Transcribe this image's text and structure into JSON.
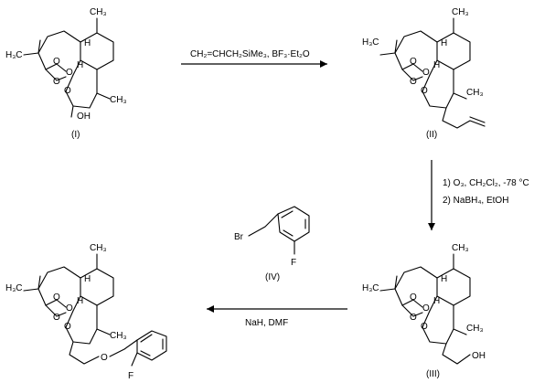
{
  "compounds": {
    "c1": {
      "label": "(I)",
      "atoms": {
        "h3c": "H₃C",
        "hydroxy": "OH",
        "methyl_a": "CH₃",
        "methyl_b": "CH₃",
        "o1": "O",
        "o2": "O",
        "o3": "O",
        "o4": "O",
        "h1": "H",
        "h2": "H"
      }
    },
    "c2": {
      "label": "(II)",
      "atoms": {
        "h3c": "H₃C",
        "methyl_a": "CH₃",
        "methyl_b": "CH₃",
        "o1": "O",
        "o2": "O",
        "o3": "O",
        "o4": "O",
        "h1": "H",
        "h2": "H"
      }
    },
    "c3": {
      "label": "(III)",
      "atoms": {
        "h3c": "H₃C",
        "hydroxy": "OH",
        "methyl_a": "CH₃",
        "methyl_b": "CH₃",
        "o1": "O",
        "o2": "O",
        "o3": "O",
        "o4": "O",
        "h1": "H",
        "h2": "H"
      }
    },
    "c4": {
      "label": "(IV)",
      "atoms": {
        "br": "Br",
        "f": "F"
      }
    },
    "c5": {
      "atoms": {
        "h3c": "H₃C",
        "f": "F",
        "ether_o": "O",
        "methyl_a": "CH₃",
        "methyl_b": "CH₃",
        "o1": "O",
        "o2": "O",
        "o3": "O",
        "o4": "O",
        "h1": "H",
        "h2": "H"
      }
    }
  },
  "steps": {
    "step1": {
      "reagents": "CH₂=CHCH₂SiMe₃, BF₃·Et₂O"
    },
    "step2": {
      "line1": "1) O₃, CH₂Cl₂, -78 °C",
      "line2": "2) NaBH₄, EtOH"
    },
    "step3": {
      "reagents": "NaH, DMF"
    }
  }
}
